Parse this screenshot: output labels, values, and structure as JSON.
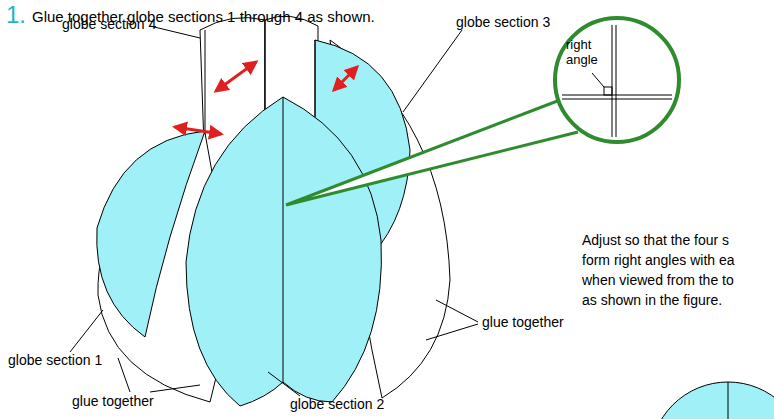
{
  "diagram": {
    "title": "Glue together globe sections 1 through 4 as shown.",
    "nodes": [
      {
        "text": [
          "right angle"
        ]
      }
    ],
    "labels": [
      "1.",
      "globe section 4",
      "globe section 3",
      "Adjust so that the four s",
      "form right angles with ea",
      "when viewed from the to",
      "as shown in the figure.",
      "glue together",
      "globe section 1",
      "glue together",
      "globe section 2"
    ]
  }
}
